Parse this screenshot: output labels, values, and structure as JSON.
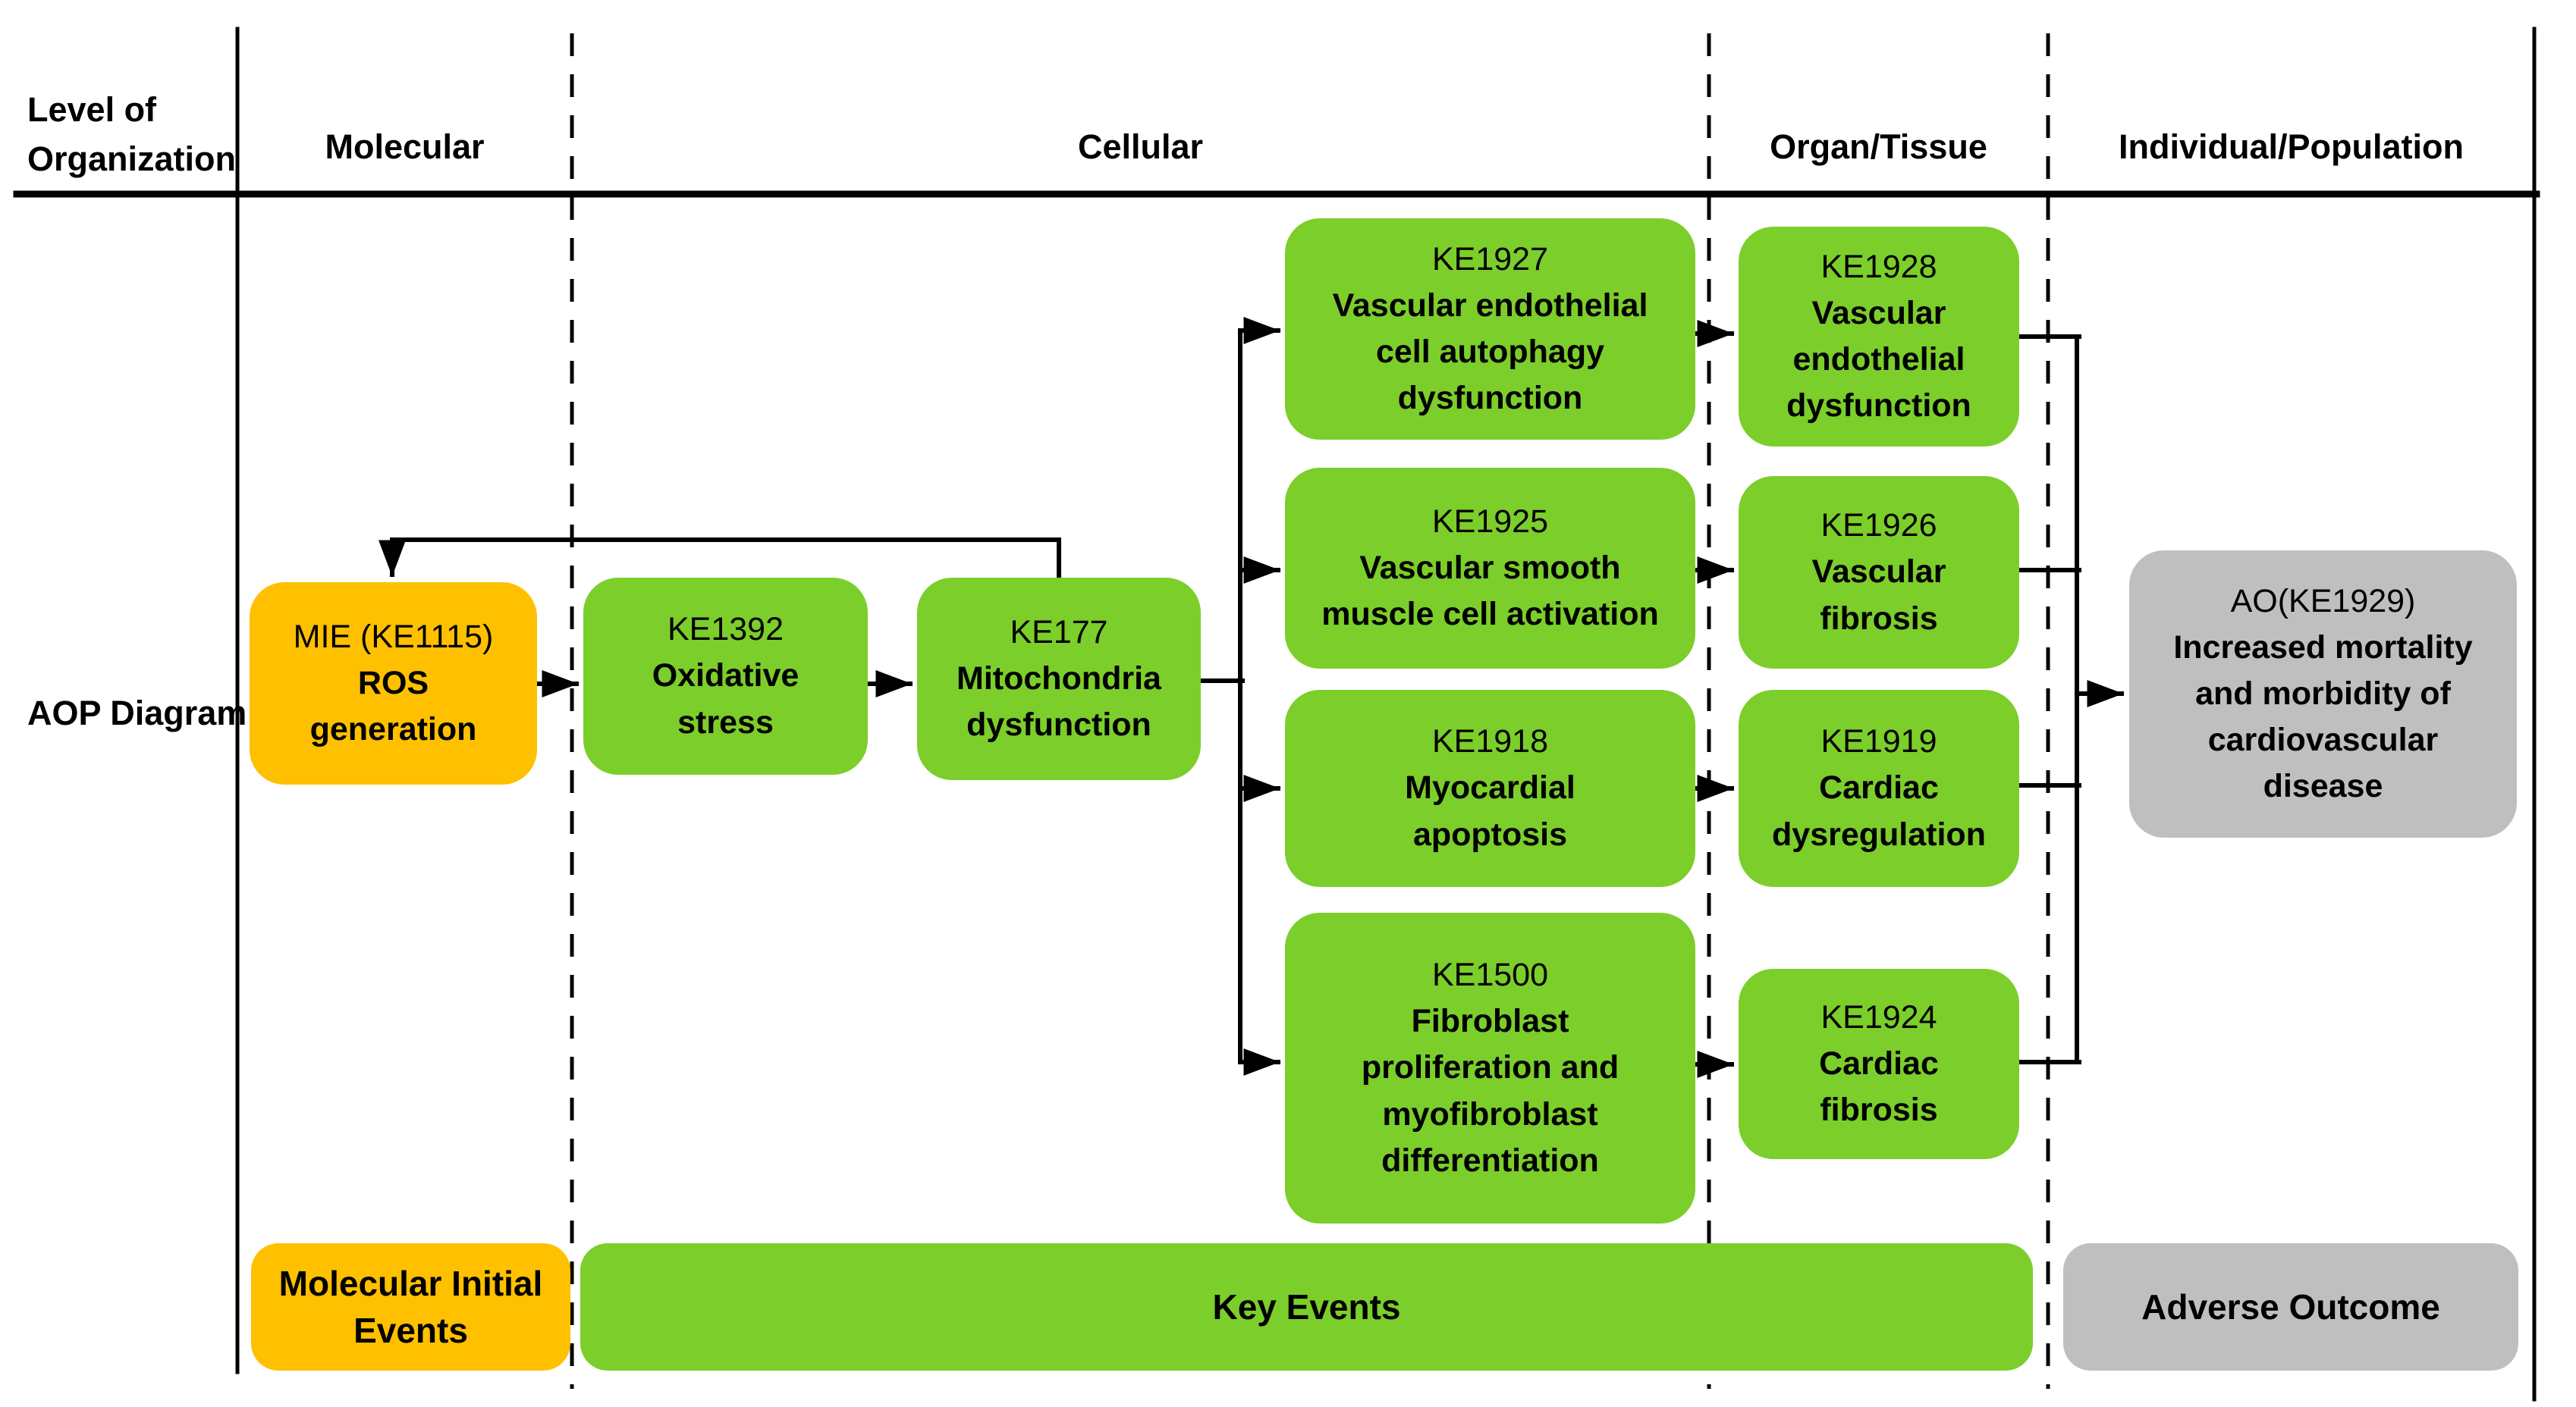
{
  "header": {
    "row_label": "Level of\nOrganization",
    "columns": [
      {
        "label": "Molecular"
      },
      {
        "label": "Cellular"
      },
      {
        "label": "Organ/Tissue"
      },
      {
        "label": "Individual/Population"
      }
    ]
  },
  "diagram_row_label": "AOP Diagram",
  "nodes": [
    {
      "code": "MIE (KE1115)",
      "name": "ROS\ngeneration",
      "type": "molecular-initiating-event"
    },
    {
      "code": "KE1392",
      "name": "Oxidative\nstress",
      "type": "key-event"
    },
    {
      "code": "KE177",
      "name": "Mitochondria\ndysfunction",
      "type": "key-event"
    },
    {
      "code": "KE1927",
      "name": "Vascular endothelial\ncell autophagy\ndysfunction",
      "type": "key-event"
    },
    {
      "code": "KE1925",
      "name": "Vascular smooth\nmuscle cell activation",
      "type": "key-event"
    },
    {
      "code": "KE1918",
      "name": "Myocardial\napoptosis",
      "type": "key-event"
    },
    {
      "code": "KE1500",
      "name": "Fibroblast\nproliferation and\nmyofibroblast\ndifferentiation",
      "type": "key-event"
    },
    {
      "code": "KE1928",
      "name": "Vascular\nendothelial\ndysfunction",
      "type": "key-event"
    },
    {
      "code": "KE1926",
      "name": "Vascular\nfibrosis",
      "type": "key-event"
    },
    {
      "code": "KE1919",
      "name": "Cardiac\ndysregulation",
      "type": "key-event"
    },
    {
      "code": "KE1924",
      "name": "Cardiac\nfibrosis",
      "type": "key-event"
    },
    {
      "code": "AO(KE1929)",
      "name": "Increased mortality\nand morbidity of\ncardiovascular\ndisease",
      "type": "adverse-outcome"
    }
  ],
  "legend": {
    "items": [
      {
        "label": "Molecular Initial\nEvents"
      },
      {
        "label": "Key Events"
      },
      {
        "label": "Adverse Outcome"
      }
    ]
  },
  "colors": {
    "mie": "#FFC000",
    "ke": "#7CCE2B",
    "ao": "#BFBFBF",
    "line": "#000000"
  }
}
